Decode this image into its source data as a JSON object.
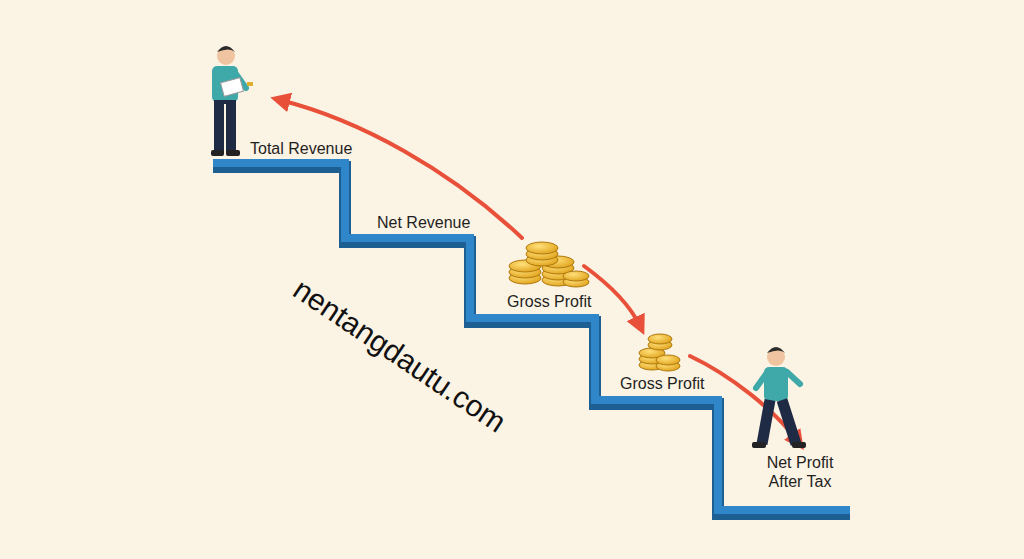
{
  "diagram": {
    "labels": [
      "Total Revenue",
      "Net Revenue",
      "Gross Profit",
      "Gross Profit",
      "Net Profit After Tax",
      "nentangdautu.com"
    ]
  }
}
